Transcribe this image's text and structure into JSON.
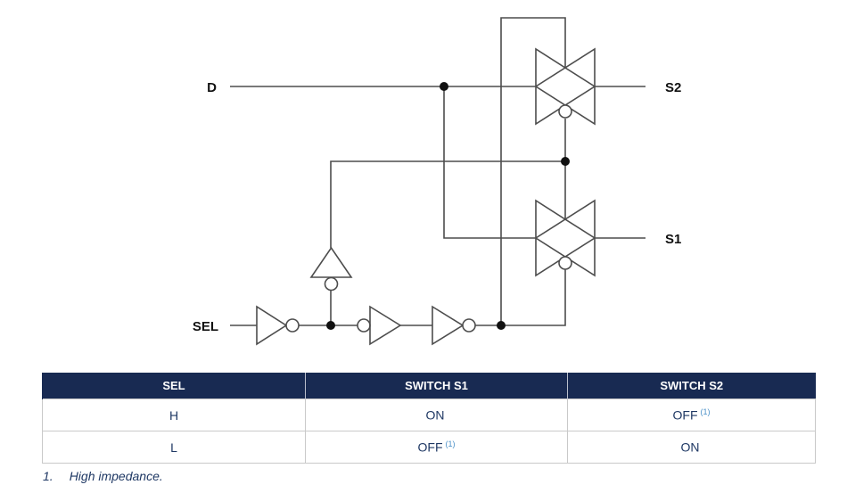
{
  "diagram": {
    "labels": {
      "d": "D",
      "sel": "SEL",
      "s1": "S1",
      "s2": "S2"
    },
    "line_color": "#4d4d4d",
    "label_color": "#111111",
    "elements": [
      "input D feeds both transmission gates",
      "SEL drives inverter chain generating complementary gate controls",
      "transmission gate S2 (top)",
      "transmission gate S1 (bottom)"
    ]
  },
  "table": {
    "headers": [
      "SEL",
      "SWITCH S1",
      "SWITCH S2"
    ],
    "rows": [
      {
        "sel": "H",
        "s1": "ON",
        "s1_note": "",
        "s2": "OFF",
        "s2_note": "(1)"
      },
      {
        "sel": "L",
        "s1": "OFF",
        "s1_note": "(1)",
        "s2": "ON",
        "s2_note": ""
      }
    ],
    "header_bg": "#182a52",
    "header_text_color": "#ffffff",
    "cell_text_color": "#1f3864",
    "note_color": "#4a90c8"
  },
  "footnote": {
    "number": "1.",
    "text": "High impedance."
  }
}
